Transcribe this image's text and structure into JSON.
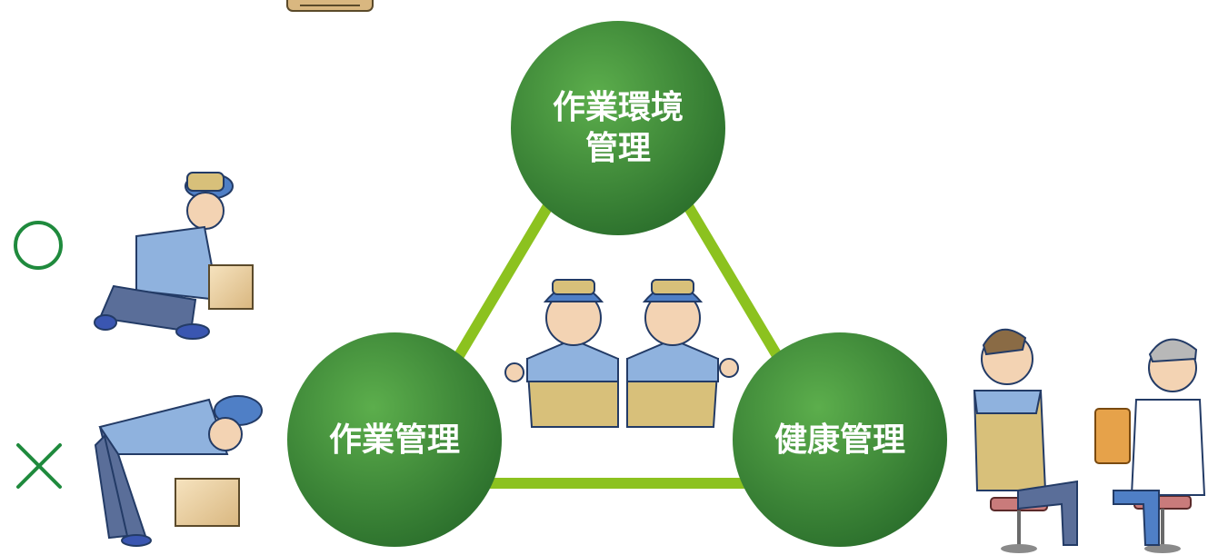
{
  "diagram": {
    "nodes": [
      {
        "id": "env",
        "label": "作業環境\n管理"
      },
      {
        "id": "work",
        "label": "作業管理"
      },
      {
        "id": "health",
        "label": "健康管理"
      }
    ],
    "edges": [
      [
        "env",
        "work"
      ],
      [
        "env",
        "health"
      ],
      [
        "work",
        "health"
      ]
    ],
    "colors": {
      "circle_center": "#58a84a",
      "circle_edge": "#2b6f2c",
      "connector": "#8cc21f",
      "mark": "#1f8a3d"
    }
  },
  "posture": {
    "correct_symbol": "○",
    "wrong_symbol": "×"
  }
}
